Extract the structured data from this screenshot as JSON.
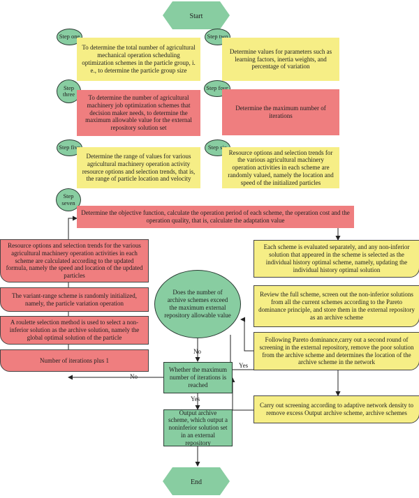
{
  "terminals": {
    "start": "Start",
    "end": "End"
  },
  "steps": {
    "one": "Step one",
    "two": "Step two",
    "three": "Step three",
    "four": "Step four",
    "five": "Step five",
    "six": "Step six",
    "seven": "Step seven"
  },
  "boxes": {
    "s1": "To determine the total number of agricultural mechanical operation scheduling optimization schemes in the particle group, i. e., to determine the particle group size",
    "s2": "Determine values for parameters such as learning factors, inertia weights, and percentage of variation",
    "s3": "To determine the number of agricultural machinery job optimization schemes that decision maker needs, to determine the maximum allowable value for the external repository solution set",
    "s4": "Determine the maximum number of iterations",
    "s5": "Determine the range of values for various agricultural machinery operation activity resource options and selection trends, that is, the range of particle location and velocity",
    "s6": "Resource options and selection trends for the various agricultural machinery operation activities in each scheme are randomly valued, namely the location and speed of the initialized particles",
    "objective": "Determine the objective function, calculate the operation period of each scheme, the operation cost and the operation quality, that is, calculate the adaptation value",
    "evaluate": "Each scheme is evaluated separately, and any non-inferior solution that appeared in the scheme is selected as the individual history optimal scheme, namely, updating the individual history optimal solution",
    "review": "Review the full scheme, screen out the non-inferior solutions from all the current schemes according to the Pareto dominance principle, and store them in the external repository as an archive scheme",
    "pareto": "Following Pareto dominance,carry out a second round of screening in the external repository, remove the poor solution from the archive scheme and determines the location of the archive scheme in the network",
    "density": "Carry out screening according to adaptive network density to remove excess Output archive scheme, archive schemes",
    "update": "Resource options and selection trends for the various agricultural machinery operation activities in each scheme are calculated according to the updated formula, namely the speed and location of the updated particles",
    "variant": "The variant-range scheme is randomly initialized, namely, the particle variation operation",
    "roulette": "A roulette selection method is used to select a non-inferior solution as the archive solution, namely the global optimal solution of the particle",
    "iterplus": "Number of iterations plus 1",
    "archive_q": "Does the number of archive schemes exceed the maximum external repository allowable value",
    "iter_q": "Whether the maximum number of iterations is reached",
    "output": "Output archive scheme, which output a noninferior solution set in an external repository"
  },
  "labels": {
    "no1": "No",
    "yes1": "Yes",
    "no2": "No",
    "yes2": "Yes"
  }
}
